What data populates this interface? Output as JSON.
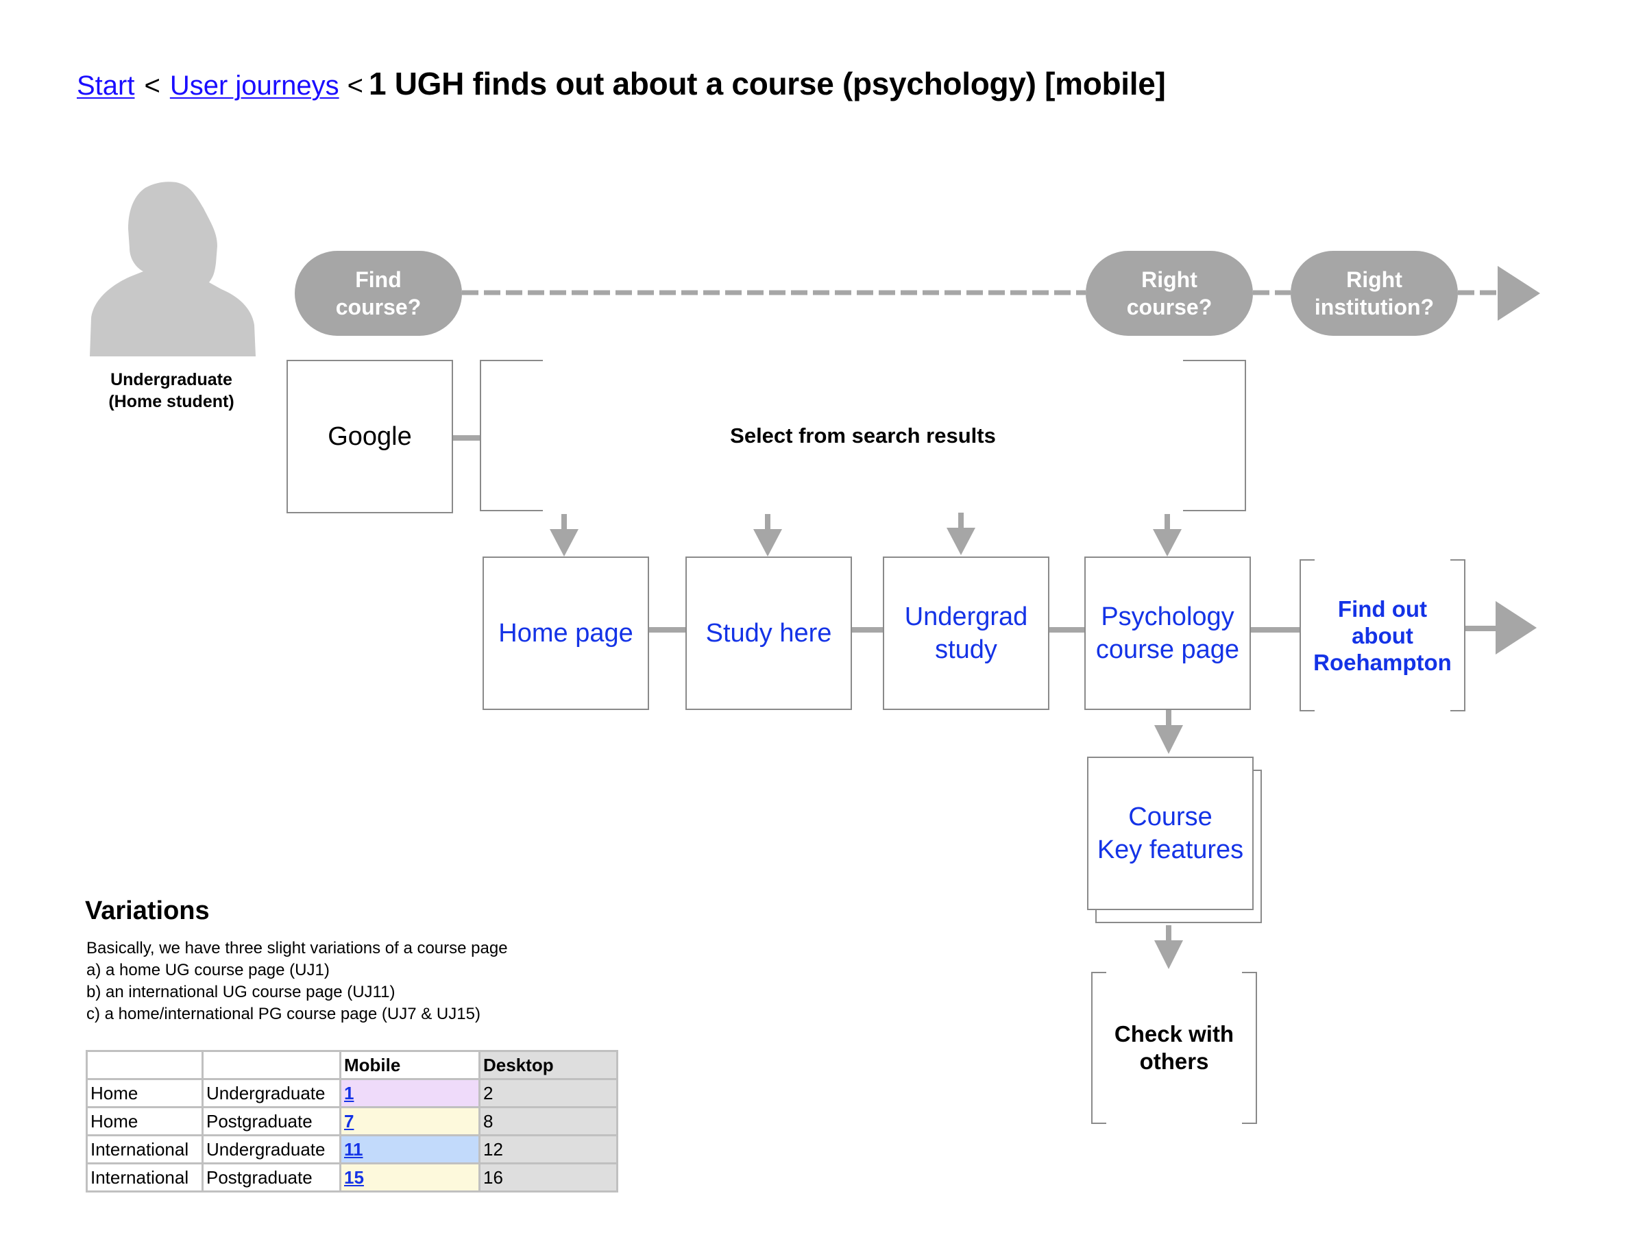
{
  "breadcrumb": {
    "start_label": "Start",
    "separator": "<",
    "user_journeys_label": "User journeys",
    "title": "1 UGH finds out about a course (psychology) [mobile]"
  },
  "persona": {
    "icon": "person-silhouette-icon",
    "label_line1": "Undergraduate",
    "label_line2": "(Home student)"
  },
  "stages": [
    {
      "line1": "Find",
      "line2": "course?"
    },
    {
      "line1": "Right",
      "line2": "course?"
    },
    {
      "line1": "Right",
      "line2": "institution?"
    }
  ],
  "google_box": {
    "label": "Google"
  },
  "search_results": {
    "label": "Select from search results"
  },
  "journey_steps": [
    {
      "line1": "Home page",
      "line2": ""
    },
    {
      "line1": "Study here",
      "line2": ""
    },
    {
      "line1": "Undergrad",
      "line2": "study"
    },
    {
      "line1": "Psychology",
      "line2": "course page"
    }
  ],
  "find_out": {
    "line1": "Find out",
    "line2": "about",
    "line3": "Roehampton"
  },
  "course_key_features": {
    "line1": "Course",
    "line2": "Key features"
  },
  "check_with_others": {
    "line1": "Check with",
    "line2": "others"
  },
  "colors": {
    "link_blue": "#1433e6",
    "pill_gray": "#a6a6a6",
    "connector_gray": "#a6a6a6",
    "silhouette_gray": "#c8c8c8",
    "mobile_ug_home": "#efdbfa",
    "mobile_pg": "#fdf9dc",
    "mobile_ug_intl": "#c2dafb",
    "desktop": "#dedede"
  },
  "variations": {
    "heading": "Variations",
    "lines": [
      "Basically, we have three slight variations of a course page",
      "a) a home UG course page (UJ1)",
      "b) an international UG course page (UJ11)",
      "c) a home/international PG course page (UJ7 & UJ15)"
    ],
    "table": {
      "headers": [
        "",
        "",
        "Mobile",
        "Desktop"
      ],
      "rows": [
        {
          "origin": "Home",
          "level": "Undergraduate",
          "mobile": "1",
          "desktop": "2",
          "mobile_color": "#efdbfa"
        },
        {
          "origin": "Home",
          "level": "Postgraduate",
          "mobile": "7",
          "desktop": "8",
          "mobile_color": "#fdf9dc"
        },
        {
          "origin": "International",
          "level": "Undergraduate",
          "mobile": "11",
          "desktop": "12",
          "mobile_color": "#c2dafb"
        },
        {
          "origin": "International",
          "level": "Postgraduate",
          "mobile": "15",
          "desktop": "16",
          "mobile_color": "#fdf9dc"
        }
      ]
    }
  }
}
